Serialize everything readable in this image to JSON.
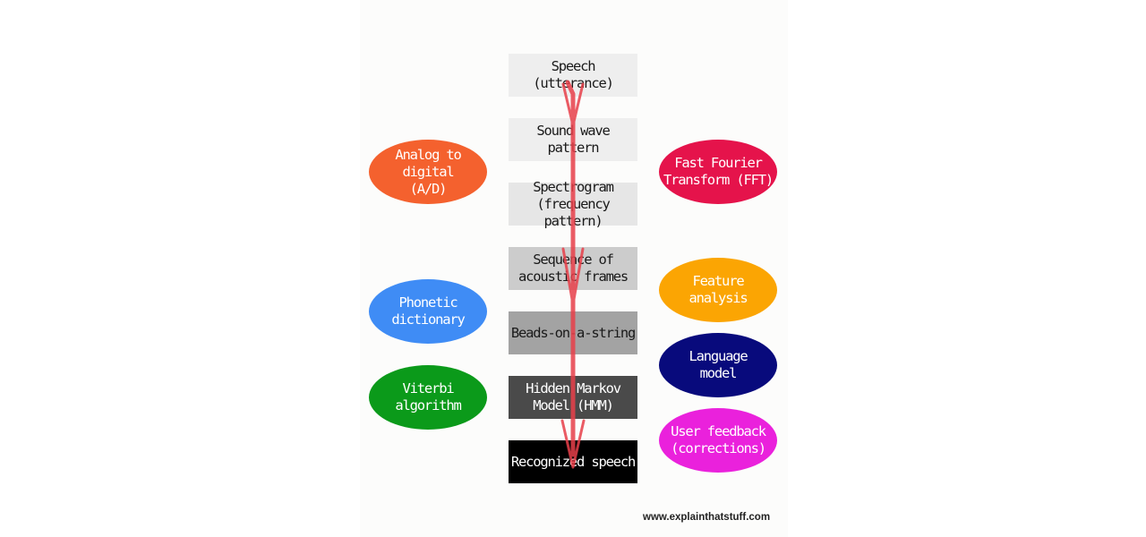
{
  "steps": [
    {
      "text": "Speech (utterance)",
      "bg": "#eeeeee",
      "fg": "#1a1a1a"
    },
    {
      "text": "Sound wave\npattern",
      "bg": "#eeeeee",
      "fg": "#1a1a1a"
    },
    {
      "text": "Spectrogram\n(frequency pattern)",
      "bg": "#e6e6e6",
      "fg": "#1a1a1a"
    },
    {
      "text": "Sequence of\nacoustic frames",
      "bg": "#cccccc",
      "fg": "#1a1a1a"
    },
    {
      "text": "Beads-on-a-string",
      "bg": "#a3a3a3",
      "fg": "#1a1a1a"
    },
    {
      "text": "Hidden Markov\nModel (HMM)",
      "bg": "#4a4a4a",
      "fg": "#ffffff"
    },
    {
      "text": "Recognized speech",
      "bg": "#000000",
      "fg": "#ffffff"
    }
  ],
  "left_ovals": [
    {
      "text": "Analog to digital\n(A/D)",
      "color": "#f4612e"
    },
    {
      "text": "Phonetic\ndictionary",
      "color": "#3f8cf5"
    },
    {
      "text": "Viterbi\nalgorithm",
      "color": "#0b9a1a"
    }
  ],
  "right_ovals": [
    {
      "text": "Fast Fourier\nTransform (FFT)",
      "color": "#e5134b"
    },
    {
      "text": "Feature\nanalysis",
      "color": "#fba503"
    },
    {
      "text": "Language\nmodel",
      "color": "#080a7c"
    },
    {
      "text": "User feedback\n(corrections)",
      "color": "#ea21dc"
    }
  ],
  "arrow_color": "#e8404a",
  "credit": "www.explainthatstuff.com"
}
